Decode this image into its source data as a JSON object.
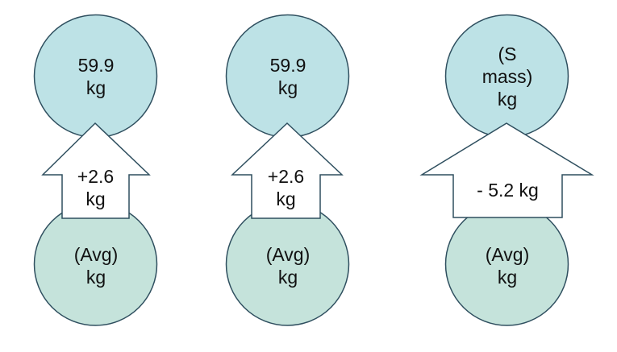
{
  "colors": {
    "top_circle_fill": "#BDE2E6",
    "bottom_circle_fill": "#C5E3DB",
    "stroke": "#2F4F5F",
    "arrow_fill": "#FFFFFF",
    "text": "#111111"
  },
  "groups": [
    {
      "top_circle": {
        "lines": [
          "59.9",
          "kg"
        ]
      },
      "arrow": {
        "lines": [
          "+2.6",
          "kg"
        ]
      },
      "bottom_circle": {
        "lines": [
          "(Avg)",
          "kg"
        ]
      }
    },
    {
      "top_circle": {
        "lines": [
          "59.9",
          "kg"
        ]
      },
      "arrow": {
        "lines": [
          "+2.6",
          "kg"
        ]
      },
      "bottom_circle": {
        "lines": [
          "(Avg)",
          "kg"
        ]
      }
    },
    {
      "top_circle": {
        "lines": [
          "(S",
          "mass)",
          "kg"
        ]
      },
      "arrow": {
        "lines": [
          "- 5.2 kg"
        ]
      },
      "bottom_circle": {
        "lines": [
          "(Avg)",
          "kg"
        ]
      }
    }
  ]
}
